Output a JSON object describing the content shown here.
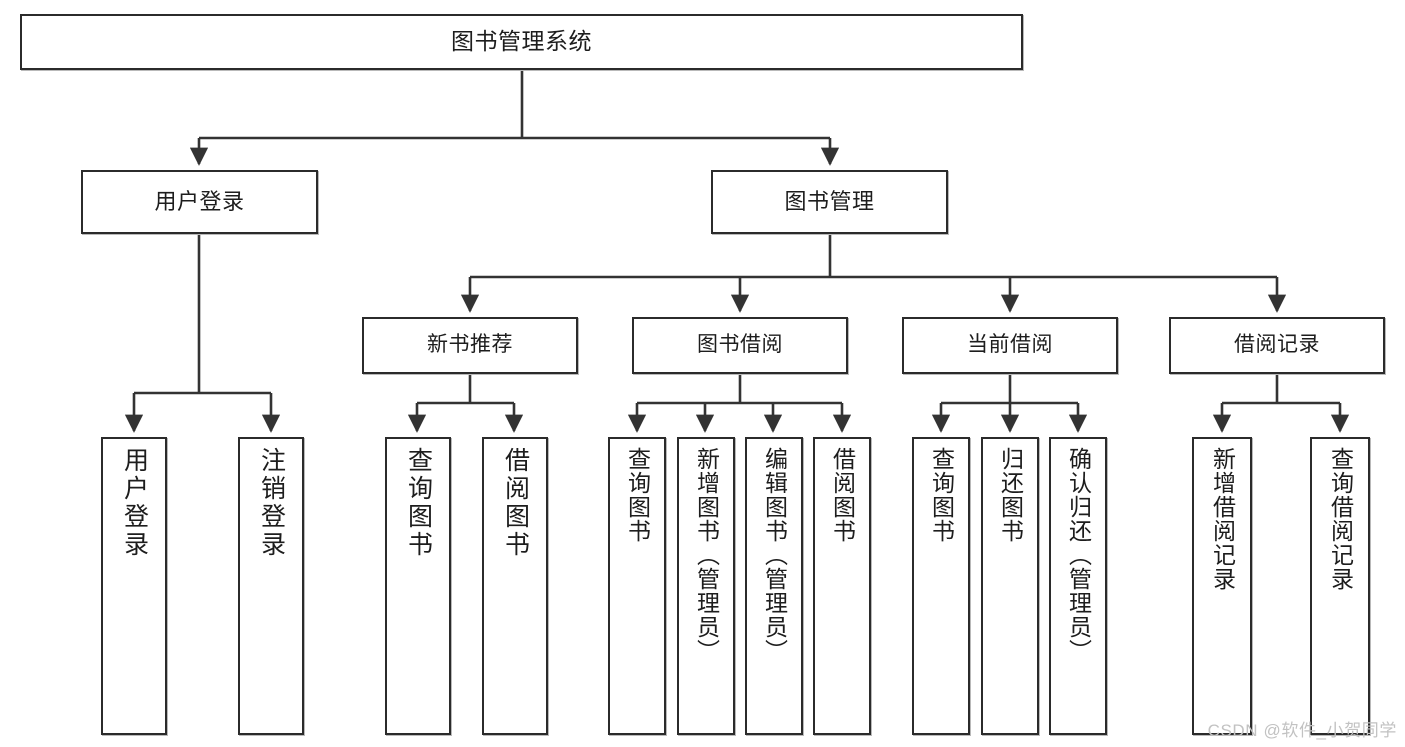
{
  "diagram": {
    "title": "图书管理系统",
    "type": "tree",
    "watermark": "CSDN @软件_小贺同学",
    "colors": {
      "box_border": "#2b2b2b",
      "box_fill": "#ffffff",
      "edge": "#333333",
      "text": "#1d1d1d",
      "watermark": "#c2c2c2"
    },
    "nodes": {
      "root": {
        "label": "图书管理系统"
      },
      "branches": [
        {
          "label": "用户登录"
        },
        {
          "label": "图书管理"
        }
      ],
      "groups": [
        {
          "label": "新书推荐"
        },
        {
          "label": "图书借阅"
        },
        {
          "label": "当前借阅"
        },
        {
          "label": "借阅记录"
        }
      ],
      "leaves": {
        "user_login": [
          {
            "label": "用户登录"
          },
          {
            "label": "注销登录"
          }
        ],
        "new_book": [
          {
            "label": "查询图书"
          },
          {
            "label": "借阅图书"
          }
        ],
        "book_borrow": [
          {
            "label": "查询图书"
          },
          {
            "label": "新增图书（管理员）"
          },
          {
            "label": "编辑图书（管理员）"
          },
          {
            "label": "借阅图书"
          }
        ],
        "current_borrow": [
          {
            "label": "查询图书"
          },
          {
            "label": "归还图书"
          },
          {
            "label": "确认归还（管理员）"
          }
        ],
        "borrow_record": [
          {
            "label": "新增借阅记录"
          },
          {
            "label": "查询借阅记录"
          }
        ]
      }
    }
  }
}
